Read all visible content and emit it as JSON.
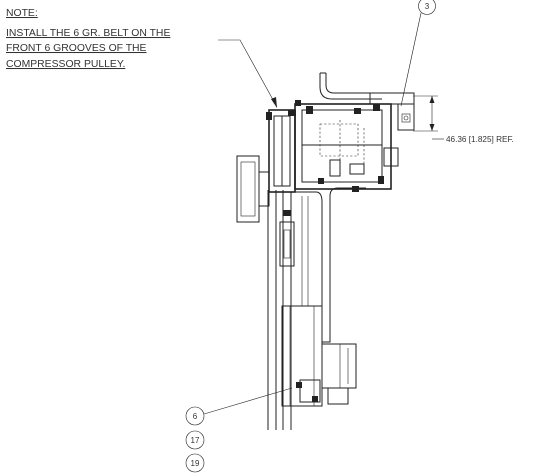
{
  "note": {
    "heading": "NOTE:",
    "lines": [
      "INSTALL THE 6 GR. BELT ON THE",
      "FRONT 6 GROOVES OF THE",
      "COMPRESSOR PULLEY."
    ]
  },
  "dimension": {
    "label": "46.36 [1.825] REF."
  },
  "balloons": {
    "top": "3",
    "bottom": [
      "6",
      "17",
      "19"
    ]
  }
}
